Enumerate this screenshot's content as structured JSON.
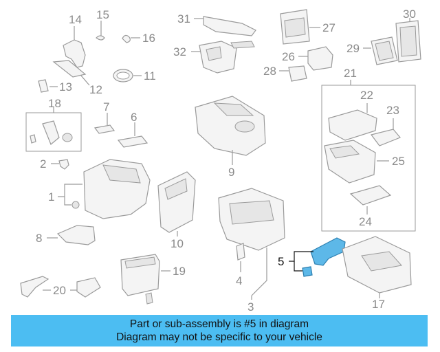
{
  "diagram": {
    "callouts": [
      "1",
      "2",
      "3",
      "4",
      "5",
      "6",
      "7",
      "8",
      "9",
      "10",
      "11",
      "12",
      "13",
      "14",
      "15",
      "16",
      "17",
      "18",
      "19",
      "20",
      "21",
      "22",
      "23",
      "24",
      "25",
      "26",
      "27",
      "28",
      "29",
      "30",
      "31",
      "32"
    ],
    "highlighted_callout": "5",
    "highlight_color": "#5db8e8"
  },
  "banner": {
    "line1": "Part or sub-assembly is #5 in diagram",
    "line2": "Diagram may not be specific to your vehicle",
    "background": "#4cbdf2"
  }
}
